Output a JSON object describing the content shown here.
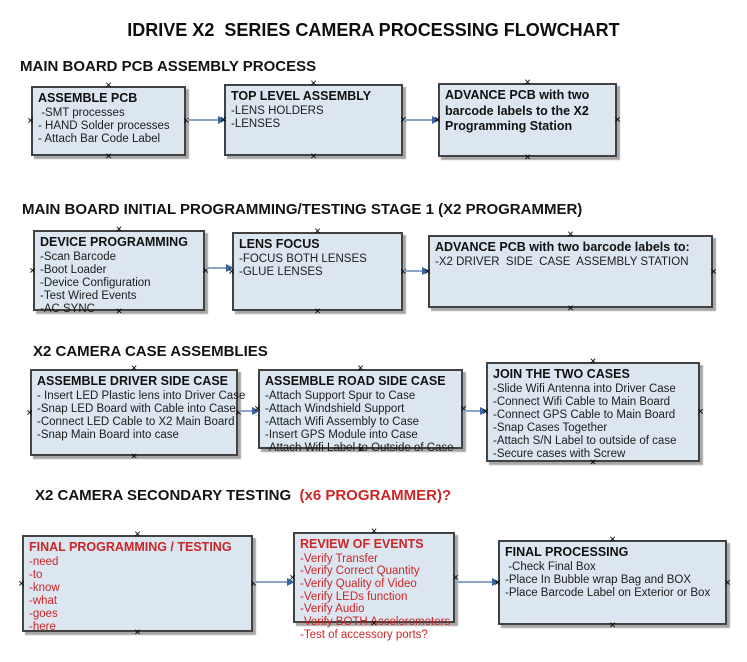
{
  "title": "IDRIVE X2  SERIES CAMERA PROCESSING FLOWCHART",
  "icons": {
    "connection_handle": "✕"
  },
  "colors": {
    "box_fill": "#dce6f1",
    "box_border": "#424242",
    "box_shadow": "#a6a6a6",
    "arrow_line": "#8da5c9",
    "arrow_head": "#3c64a0",
    "red_text": "#cc2626",
    "heading_text": "#131313"
  },
  "sections": [
    {
      "heading": "MAIN BOARD PCB ASSEMBLY PROCESS",
      "heading_red": "",
      "boxes": [
        {
          "title": "ASSEMBLE PCB",
          "items": [
            " -SMT processes",
            "- HAND Solder processes",
            "- Attach Bar Code Label"
          ]
        },
        {
          "title": "TOP LEVEL ASSEMBLY",
          "items": [
            "-LENS HOLDERS",
            "-LENSES"
          ]
        },
        {
          "title": "ADVANCE PCB with two barcode labels to the X2 Programming Station",
          "items": []
        }
      ]
    },
    {
      "heading": "MAIN BOARD INITIAL PROGRAMMING/TESTING STAGE 1 (X2 PROGRAMMER)",
      "heading_red": "",
      "boxes": [
        {
          "title": "DEVICE PROGRAMMING",
          "items": [
            "-Scan Barcode",
            "-Boot Loader",
            "-Device Configuration",
            "-Test Wired Events",
            "-AC SYNC"
          ]
        },
        {
          "title": "LENS FOCUS",
          "items": [
            "-FOCUS BOTH LENSES",
            "-GLUE LENSES"
          ]
        },
        {
          "title": "ADVANCE PCB with two barcode labels to:",
          "items": [
            "-X2 DRIVER  SIDE  CASE  ASSEMBLY STATION"
          ]
        }
      ]
    },
    {
      "heading": "X2 CAMERA CASE ASSEMBLIES",
      "heading_red": "",
      "boxes": [
        {
          "title": "ASSEMBLE DRIVER SIDE CASE",
          "items": [
            "- Insert LED Plastic lens into Driver Case",
            "-Snap LED Board with Cable into Case",
            "-Connect LED Cable to X2 Main Board",
            "-Snap Main Board into case"
          ]
        },
        {
          "title": "ASSEMBLE ROAD SIDE CASE",
          "items": [
            "-Attach Support Spur to Case",
            "-Attach Windshield Support",
            "-Attach Wifi Assembly to Case",
            "-Insert GPS Module into Case",
            "-Attach Wifi Label to Outside of Case"
          ]
        },
        {
          "title": "JOIN THE TWO CASES",
          "items": [
            "-Slide Wifi Antenna into Driver Case",
            "-Connect Wifi Cable to Main Board",
            "-Connect GPS Cable to Main Board",
            "-Snap Cases Together",
            "-Attach S/N Label to outside of case",
            "-Secure cases with Screw"
          ]
        }
      ]
    },
    {
      "heading": "X2 CAMERA SECONDARY TESTING  ",
      "heading_red": "(x6 PROGRAMMER)?",
      "boxes": [
        {
          "title": "FINAL PROGRAMMING / TESTING",
          "items": [
            "-need",
            "-to",
            "-know",
            "-what",
            "-goes",
            "-here"
          ]
        },
        {
          "title": "REVIEW OF EVENTS",
          "items": [
            "-Verify Transfer",
            "-Verify Correct Quantity",
            "-Verify Quality of Video",
            "-Verify LEDs function",
            "-Verify Audio",
            "-Verify BOTH Accelerometers",
            "-Test of accessory ports?"
          ]
        },
        {
          "title": "FINAL PROCESSING",
          "items": [
            " -Check Final Box",
            "-Place In Bubble wrap Bag and BOX",
            "-Place Barcode Label on Exterior or Box"
          ]
        }
      ]
    }
  ]
}
